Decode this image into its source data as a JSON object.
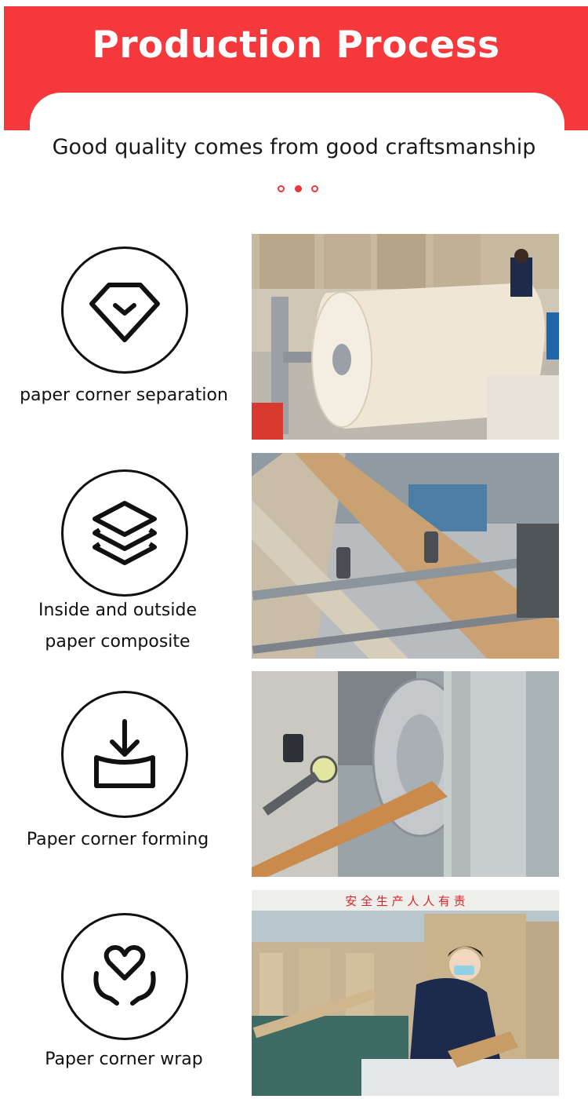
{
  "header": {
    "title": "Production Process",
    "subtitle": "Good quality comes from good craftsmanship",
    "accent_color": "#f5383b"
  },
  "steps": [
    {
      "label": "paper corner separation",
      "icon": "diamond-check-icon",
      "photo": "paper-roll-machine-photo"
    },
    {
      "label_line1": "Inside and outside",
      "label_line2": "paper composite",
      "icon": "layers-icon",
      "photo": "paper-composite-machine-photo"
    },
    {
      "label": "Paper corner forming",
      "icon": "download-tray-icon",
      "photo": "corner-forming-machine-photo"
    },
    {
      "label": "Paper corner wrap",
      "icon": "heart-hands-icon",
      "photo": "worker-wrapping-photo"
    }
  ],
  "factory_banner": "安 全 生 产 人 人 有 责"
}
